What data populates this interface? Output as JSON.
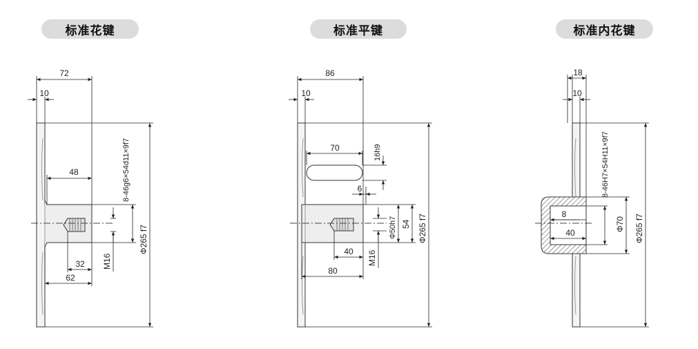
{
  "panels": [
    {
      "title": "标准花键",
      "dims": {
        "total": "72",
        "flange": "10",
        "hub": "48",
        "thread_depth": "32",
        "shaft_part": "62",
        "spline": "8-46g6×54d11×9f7",
        "thread": "M16",
        "diameter": "Φ265 f7"
      }
    },
    {
      "title": "标准平键",
      "dims": {
        "total": "86",
        "flange": "10",
        "key_length": "70",
        "key_width": "16h9",
        "key_offset": "6",
        "thread_depth": "40",
        "shaft_part": "80",
        "thread": "M16",
        "shaft_dia": "Φ50h7",
        "key_height": "54",
        "diameter": "Φ265 f7"
      }
    },
    {
      "title": "标准内花键",
      "dims": {
        "total": "18",
        "flange": "10",
        "spline": "8-46H7×54H11×9f7",
        "bore": "8",
        "hub": "40",
        "hub_dia": "Φ70",
        "diameter": "Φ265 f7"
      }
    }
  ]
}
